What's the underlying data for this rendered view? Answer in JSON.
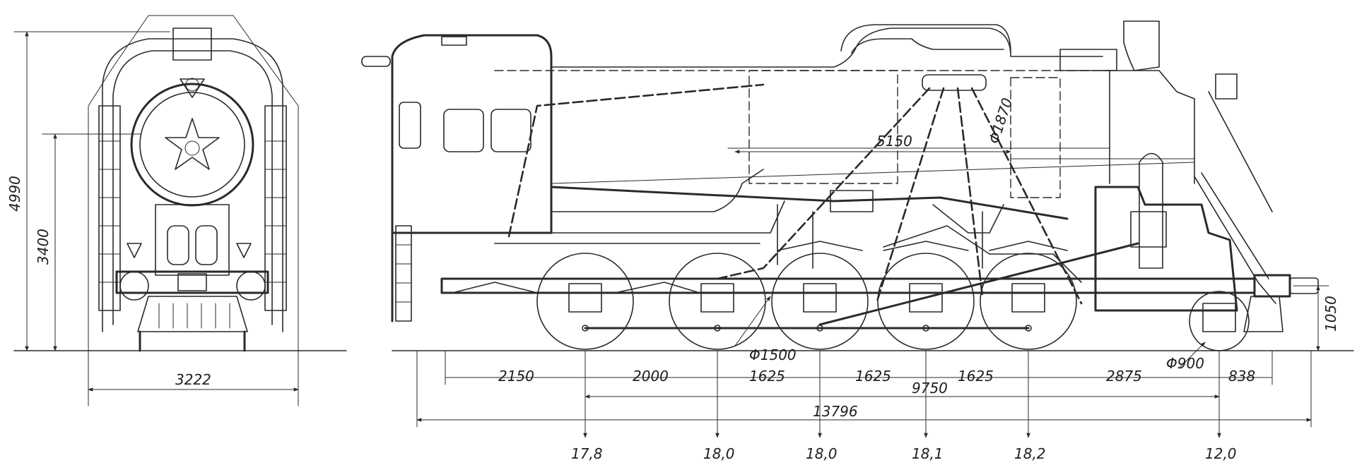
{
  "front_view": {
    "dimensions": {
      "total_height": "4990",
      "boiler_axis_height": "3400",
      "width": "3222"
    }
  },
  "side_view": {
    "boiler_diameter": "Φ1870",
    "firebox_length": "5150",
    "driving_wheel_diameter": "Φ1500",
    "trailing_wheel_diameter": "Φ900",
    "coupling_height": "1050",
    "wheelbase_segments": [
      "2150",
      "2000",
      "1625",
      "1625",
      "1625",
      "2875",
      "838"
    ],
    "rigid_wheelbase": "9750",
    "total_length": "13796",
    "axle_loads": [
      "17,8",
      "18,0",
      "18,0",
      "18,1",
      "18,2",
      "12,0"
    ]
  }
}
